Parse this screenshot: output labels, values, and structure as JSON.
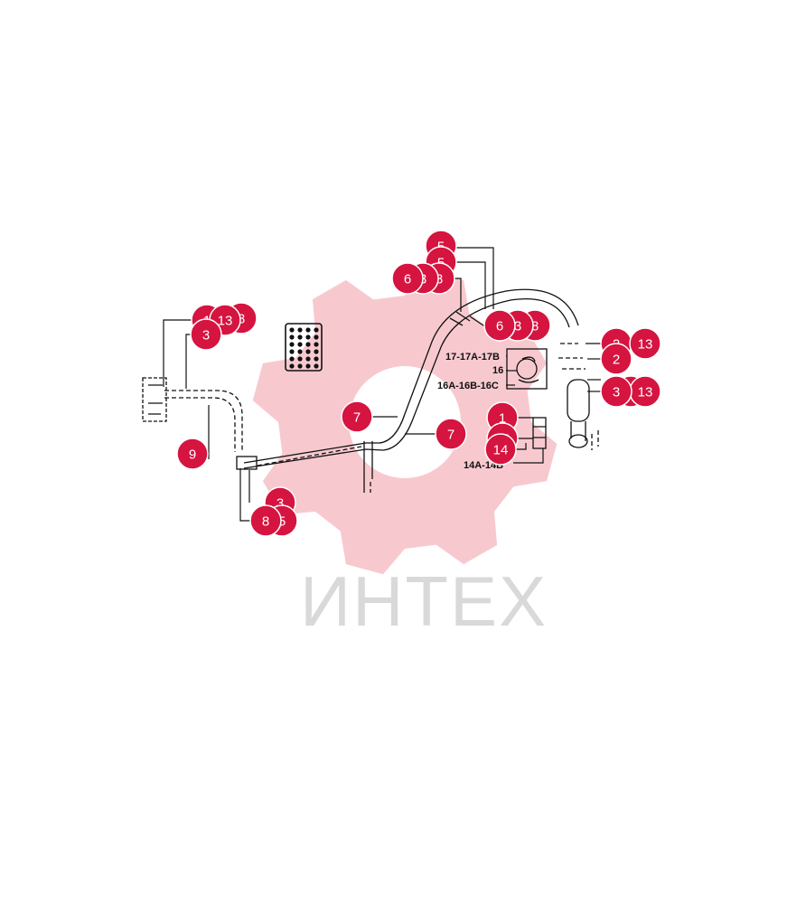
{
  "watermark": {
    "text": "ИНТЕХ",
    "gear_color": "#f7c9cf",
    "text_color": "#d9d9d9"
  },
  "callout_color": "#d5143f",
  "callouts": [
    {
      "id": "c-5-top-back",
      "label": "5"
    },
    {
      "id": "c-5-top",
      "label": "5"
    },
    {
      "id": "c-8-top-back",
      "label": "8"
    },
    {
      "id": "c-3-top-back",
      "label": "3"
    },
    {
      "id": "c-6-top",
      "label": "6"
    },
    {
      "id": "c-1-left",
      "label": "1"
    },
    {
      "id": "c-8-left",
      "label": "8"
    },
    {
      "id": "c-13-left",
      "label": "13"
    },
    {
      "id": "c-3-left-back",
      "label": "3"
    },
    {
      "id": "c-8-mid",
      "label": "8"
    },
    {
      "id": "c-3-mid",
      "label": "3"
    },
    {
      "id": "c-6-mid",
      "label": "6"
    },
    {
      "id": "c-2-back",
      "label": "2"
    },
    {
      "id": "c-13-right-top",
      "label": "13"
    },
    {
      "id": "c-2-right",
      "label": "2"
    },
    {
      "id": "c-3-right-back",
      "label": "3"
    },
    {
      "id": "c-13-right-bottom",
      "label": "13"
    },
    {
      "id": "c-3-right",
      "label": "3"
    },
    {
      "id": "c-7-left",
      "label": "7"
    },
    {
      "id": "c-7-right",
      "label": "7"
    },
    {
      "id": "c-1-center",
      "label": "1"
    },
    {
      "id": "c-14-back",
      "label": "14"
    },
    {
      "id": "c-14",
      "label": "14"
    },
    {
      "id": "c-9",
      "label": "9"
    },
    {
      "id": "c-3-bottom-back",
      "label": "3"
    },
    {
      "id": "c-5-bottom-back",
      "label": "5"
    },
    {
      "id": "c-8-bottom",
      "label": "8"
    }
  ],
  "part_labels": {
    "kit_17": "17-17A-17B",
    "kit_16": "16",
    "kit_16a": "16A-16B-16C",
    "kit_14": "14A-14B"
  }
}
